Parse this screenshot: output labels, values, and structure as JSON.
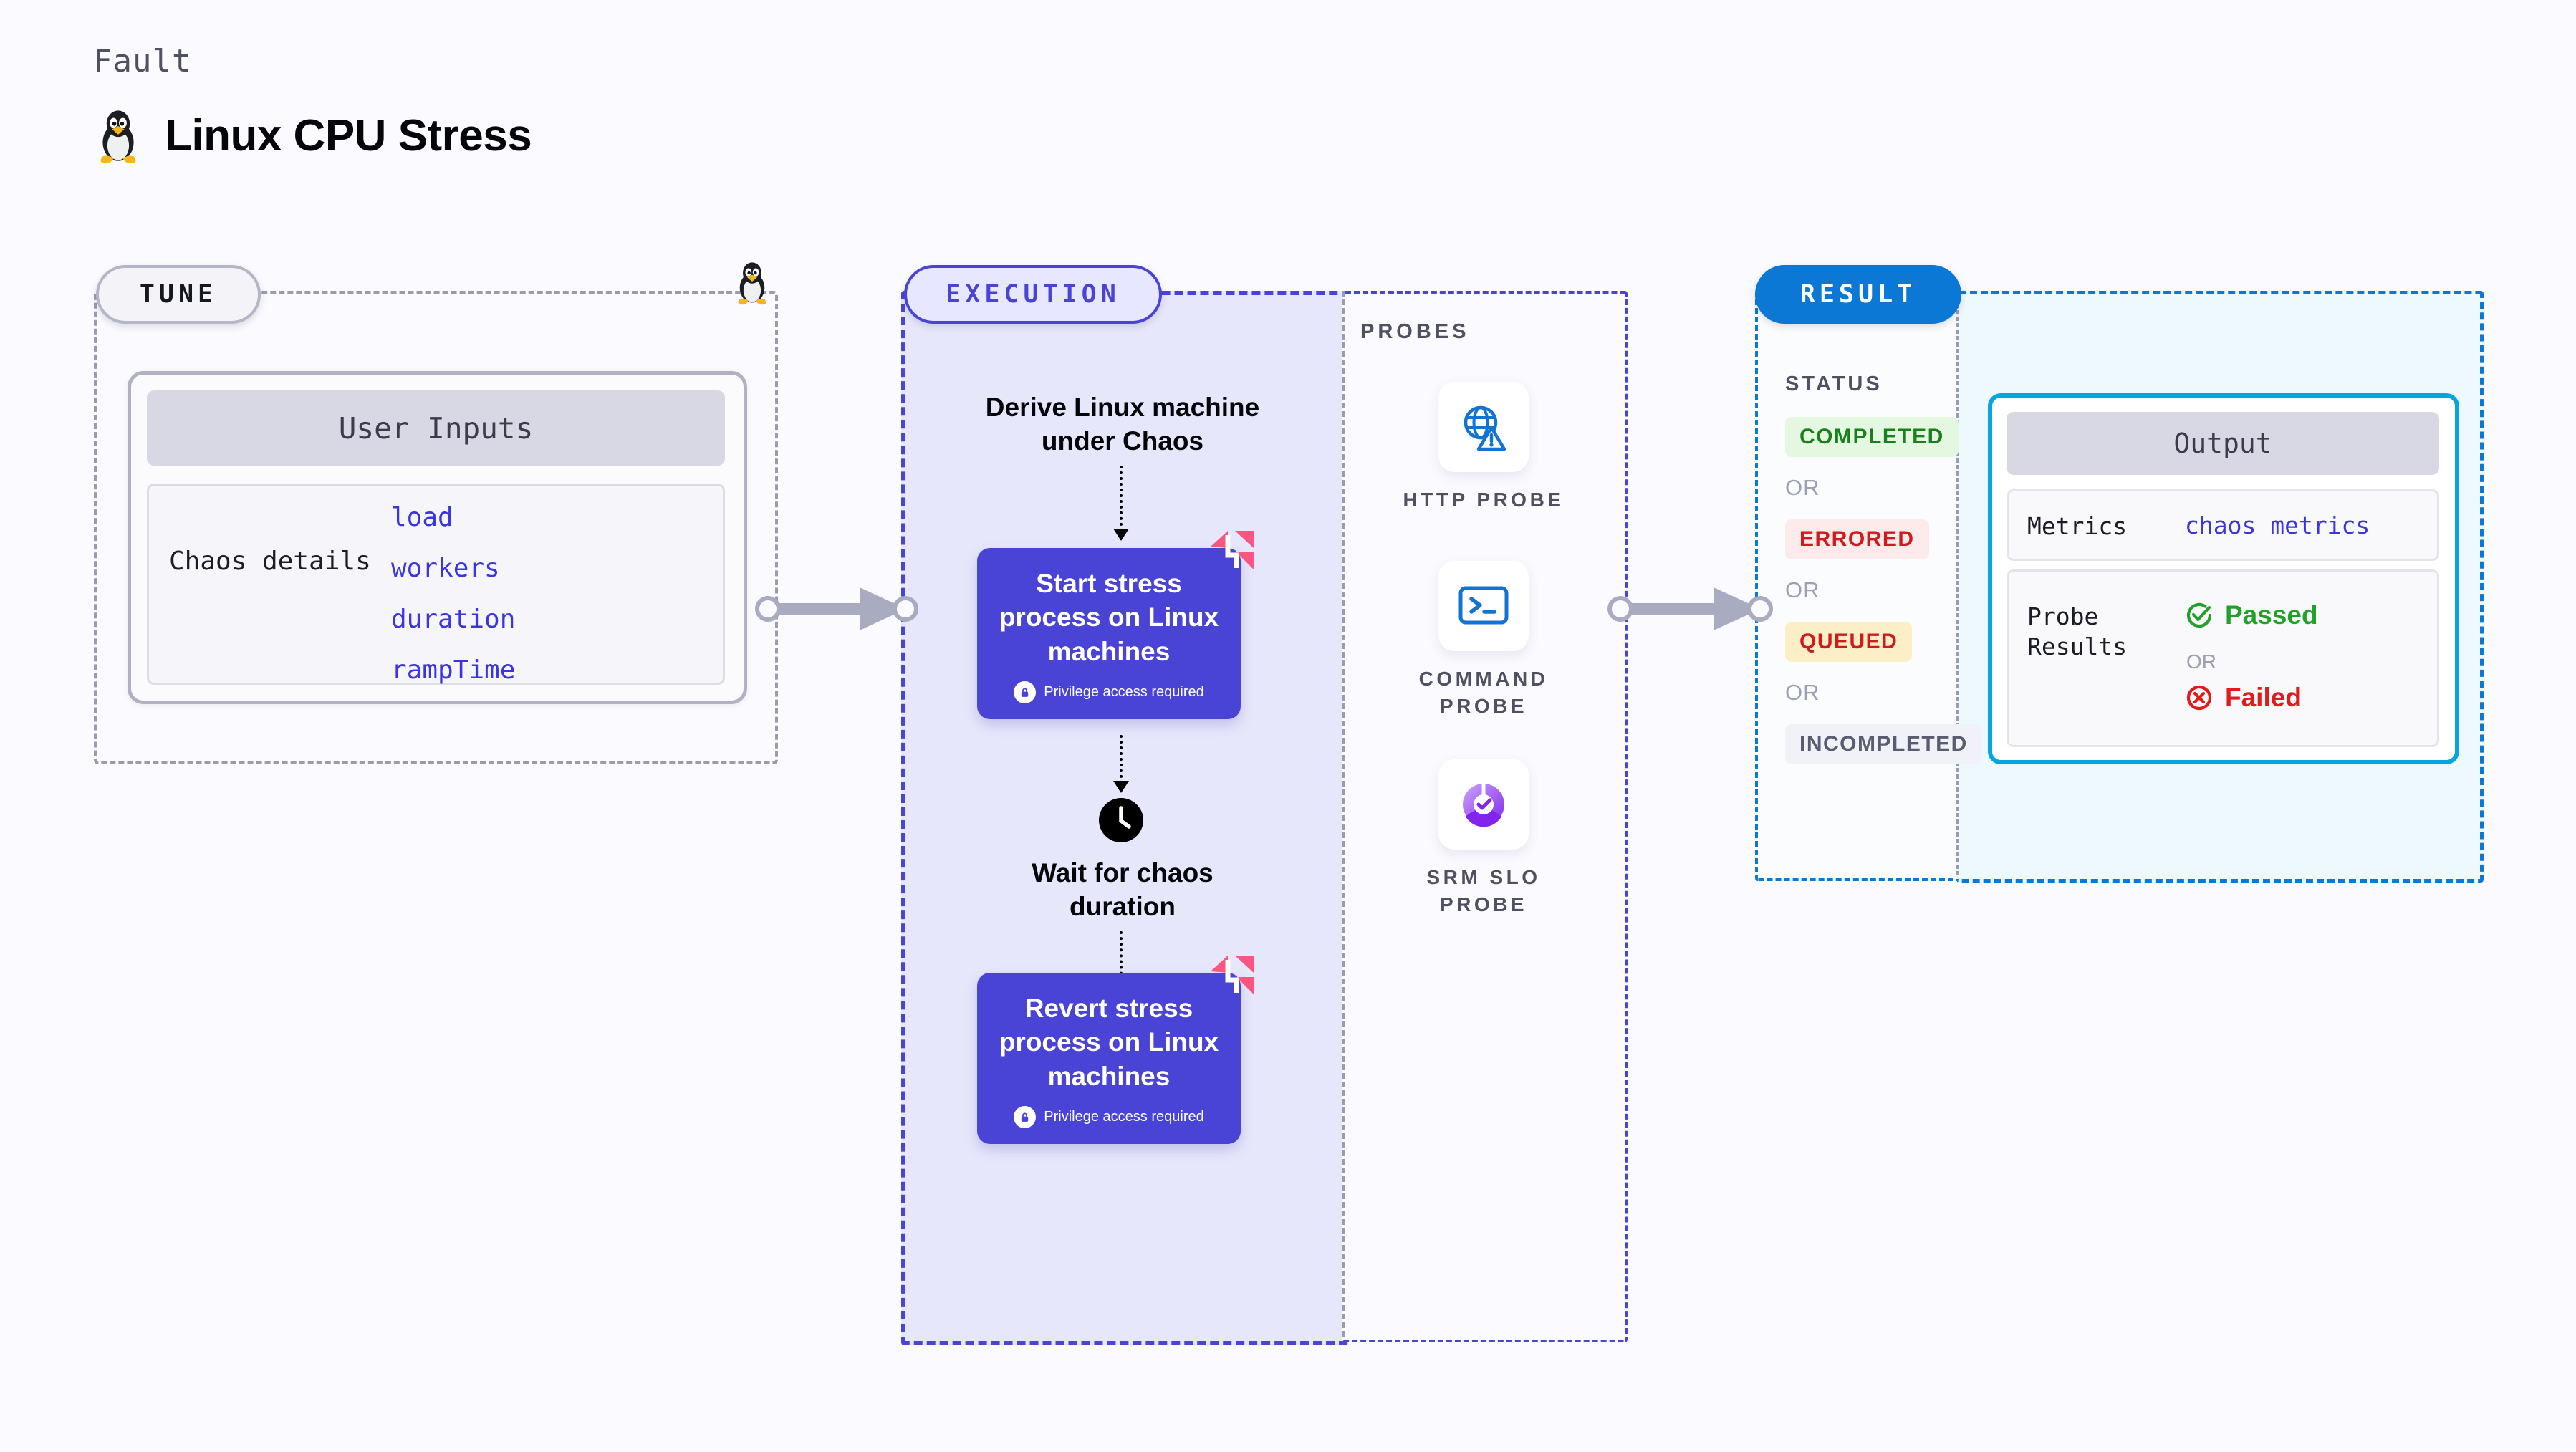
{
  "header": {
    "kicker": "Fault",
    "title": "Linux CPU Stress",
    "icon": "linux-penguin-icon"
  },
  "tune": {
    "pill_label": "TUNE",
    "card_title": "User Inputs",
    "row_label": "Chaos details",
    "inputs": [
      "load",
      "workers",
      "duration",
      "rampTime"
    ],
    "boundary_icon": "linux-penguin-icon"
  },
  "execution": {
    "pill_label": "EXECUTION",
    "steps": [
      {
        "type": "text",
        "label": "Derive Linux machine\nunder Chaos"
      },
      {
        "type": "box",
        "label": "Start stress\nprocess on Linux\nmachines",
        "note": "Privilege access required",
        "mark": "harness-logo-icon",
        "lock": "lock-icon"
      },
      {
        "type": "clock",
        "icon": "clock-icon",
        "label": "Wait for chaos\nduration"
      },
      {
        "type": "box",
        "label": "Revert stress\nprocess on Linux\nmachines",
        "note": "Privilege access required",
        "mark": "harness-logo-icon",
        "lock": "lock-icon"
      }
    ]
  },
  "probes": {
    "title": "PROBES",
    "items": [
      {
        "label": "HTTP PROBE",
        "icon": "globe-warning-icon"
      },
      {
        "label": "COMMAND PROBE",
        "icon": "terminal-prompt-icon"
      },
      {
        "label": "SRM SLO PROBE",
        "icon": "slo-gauge-check-icon"
      }
    ]
  },
  "result": {
    "pill_label": "RESULT",
    "status_title": "STATUS",
    "or_label": "OR",
    "statuses": [
      {
        "label": "COMPLETED",
        "color": "#19801c",
        "bg": "#e3f7e1"
      },
      {
        "label": "ERRORED",
        "color": "#cf1b1b",
        "bg": "#fdebeb"
      },
      {
        "label": "QUEUED",
        "color": "#cf1b1b",
        "bg": "#fcefc7"
      },
      {
        "label": "INCOMPLETED",
        "color": "#5a5d72",
        "bg": "#f1f2f7"
      }
    ],
    "output": {
      "title": "Output",
      "metrics_label": "Metrics",
      "metrics_value": "chaos metrics",
      "probe_label": "Probe\nResults",
      "passed_label": "Passed",
      "failed_label": "Failed",
      "or_label": "OR",
      "passed_icon": "check-circle-icon",
      "failed_icon": "x-circle-icon",
      "passed_color": "#22a02a",
      "failed_color": "#e01b1b"
    }
  },
  "connectors": [
    {
      "name": "tune-to-execution"
    },
    {
      "name": "execution-to-result"
    }
  ],
  "colors": {
    "page_bg": "#fafaff",
    "accent_purple": "#4a44d6",
    "accent_blue": "#0a78d4",
    "accent_cyan": "#06a5e0",
    "accent_pink": "#f9577f",
    "muted": "#9a9cae"
  }
}
